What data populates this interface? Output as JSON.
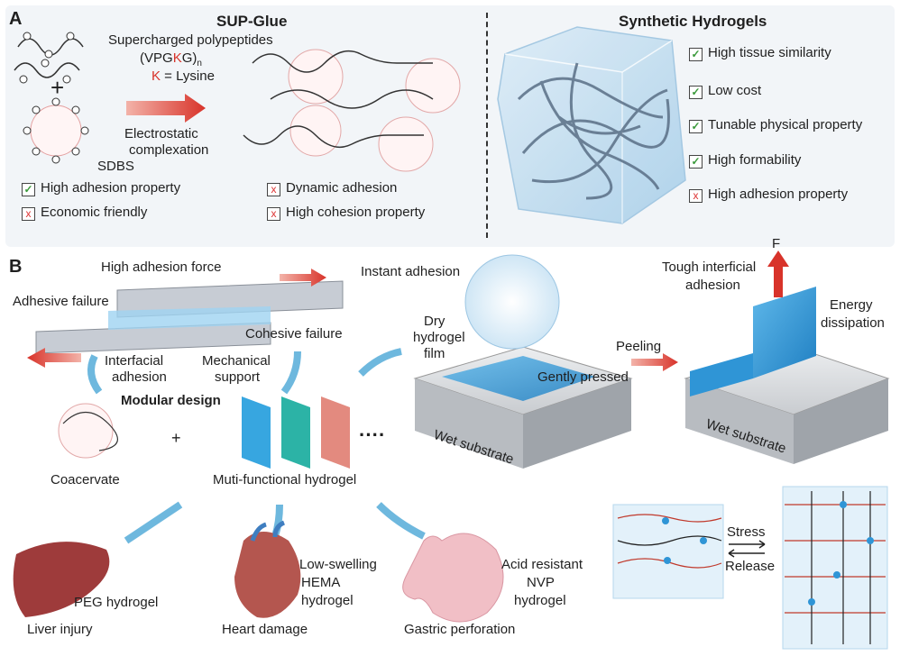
{
  "panel_a": {
    "letter": "A",
    "left_title": "SUP-Glue",
    "supercharged_line1": "Supercharged polypeptides",
    "supercharged_formula_main": "(VPG",
    "supercharged_formula_k": "K",
    "supercharged_formula_end": "G)",
    "supercharged_formula_sub": "n",
    "lysine_k": "K",
    "lysine_rest": " = Lysine",
    "plus": "+",
    "sdbs": "SDBS",
    "electro_line1": "Electrostatic",
    "electro_line2": "complexation",
    "features_left": [
      {
        "mark": "check",
        "text": "High adhesion property"
      },
      {
        "mark": "cross",
        "text": "Economic friendly"
      }
    ],
    "features_mid": [
      {
        "mark": "cross",
        "text": "Dynamic adhesion"
      },
      {
        "mark": "cross",
        "text": "High cohesion property"
      }
    ],
    "right_title": "Synthetic Hydrogels",
    "features_right": [
      {
        "mark": "check",
        "text": "High tissue similarity"
      },
      {
        "mark": "check",
        "text": "Low cost"
      },
      {
        "mark": "check",
        "text": "Tunable physical property"
      },
      {
        "mark": "check",
        "text": "High formability"
      },
      {
        "mark": "cross",
        "text": "High adhesion property"
      }
    ]
  },
  "panel_b": {
    "letter": "B",
    "high_adhesion_force": "High adhesion force",
    "adhesive_failure": "Adhesive failure",
    "cohesive_failure": "Cohesive failure",
    "interfacial_1": "Interfacial",
    "interfacial_2": "adhesion",
    "mechanical_1": "Mechanical",
    "mechanical_2": "support",
    "modular_design": "Modular design",
    "plus": "+",
    "dots": "····",
    "coacervate": "Coacervate",
    "multi_hydrogel": "Muti-functional hydrogel",
    "instant_adhesion": "Instant adhesion",
    "dry_1": "Dry",
    "dry_2": "hydrogel",
    "dry_3": "film",
    "gently_pressed": "Gently pressed",
    "wet_substrate_1": "Wet substrate",
    "peeling": "Peeling",
    "f_label": "F",
    "tough_1": "Tough interficial",
    "tough_2": "adhesion",
    "energy_1": "Energy",
    "energy_2": "dissipation",
    "wet_substrate_2": "Wet substrate",
    "stress": "Stress",
    "release": "Release",
    "liver_label": "PEG hydrogel",
    "liver_caption": "Liver injury",
    "heart_label_1": "Low-swelling",
    "heart_label_2": "HEMA",
    "heart_label_3": "hydrogel",
    "heart_caption": "Heart damage",
    "stomach_label_1": "Acid resistant",
    "stomach_label_2": "NVP",
    "stomach_label_3": "hydrogel",
    "stomach_caption": "Gastric perforation"
  },
  "colors": {
    "panel_bg": "#f2f5f8",
    "arrow_red": "#d8332a",
    "arrow_blue": "#4aa6d6",
    "gel_blue": "#2f95d6",
    "check_green": "#3a9a3a"
  }
}
